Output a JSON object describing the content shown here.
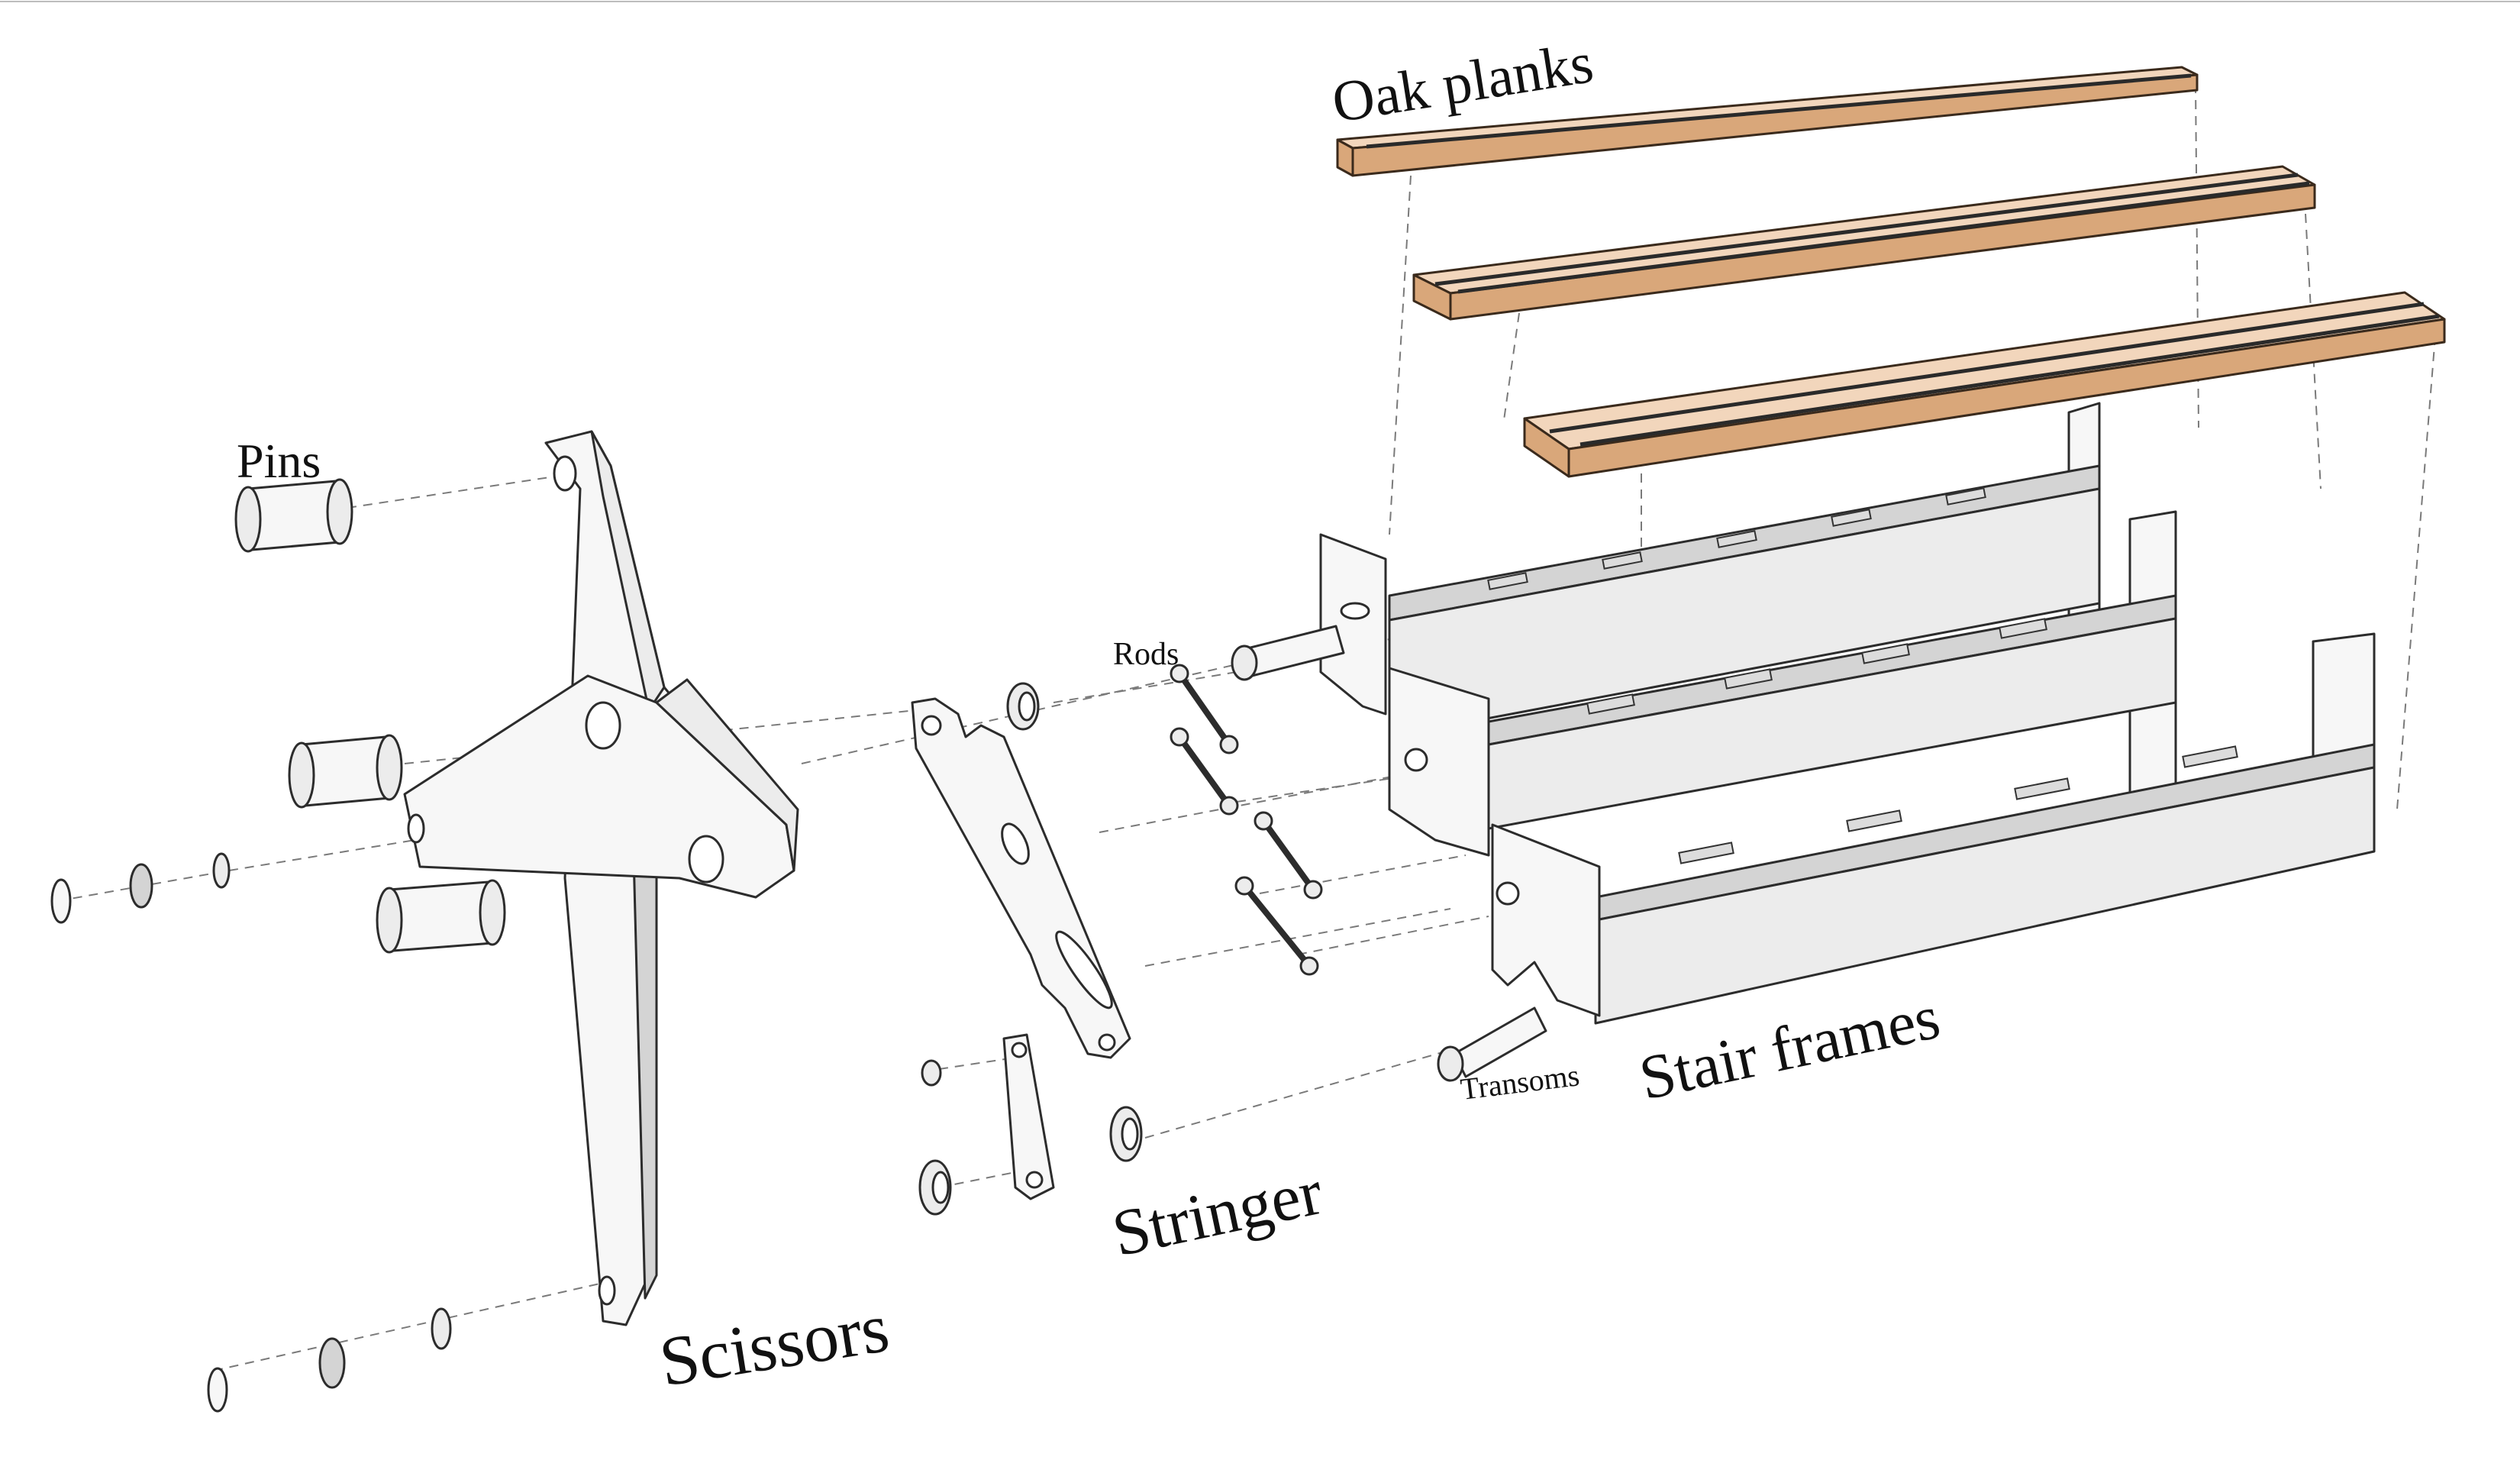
{
  "labels": {
    "oak_planks": "Oak planks",
    "pins": "Pins",
    "rods": "Rods",
    "scissors": "Scissors",
    "stringer": "Stringer",
    "transoms": "Transoms",
    "stair_frames": "Stair frames"
  },
  "colors": {
    "oak_top": "#f2d6bc",
    "oak_front": "#d9a77a",
    "oak_groove": "#3b2f27",
    "metal_light": "#f4f4f4",
    "metal_mid": "#e6e6e6",
    "metal_dark": "#cfcfcf",
    "outline": "#2c2c2c"
  }
}
